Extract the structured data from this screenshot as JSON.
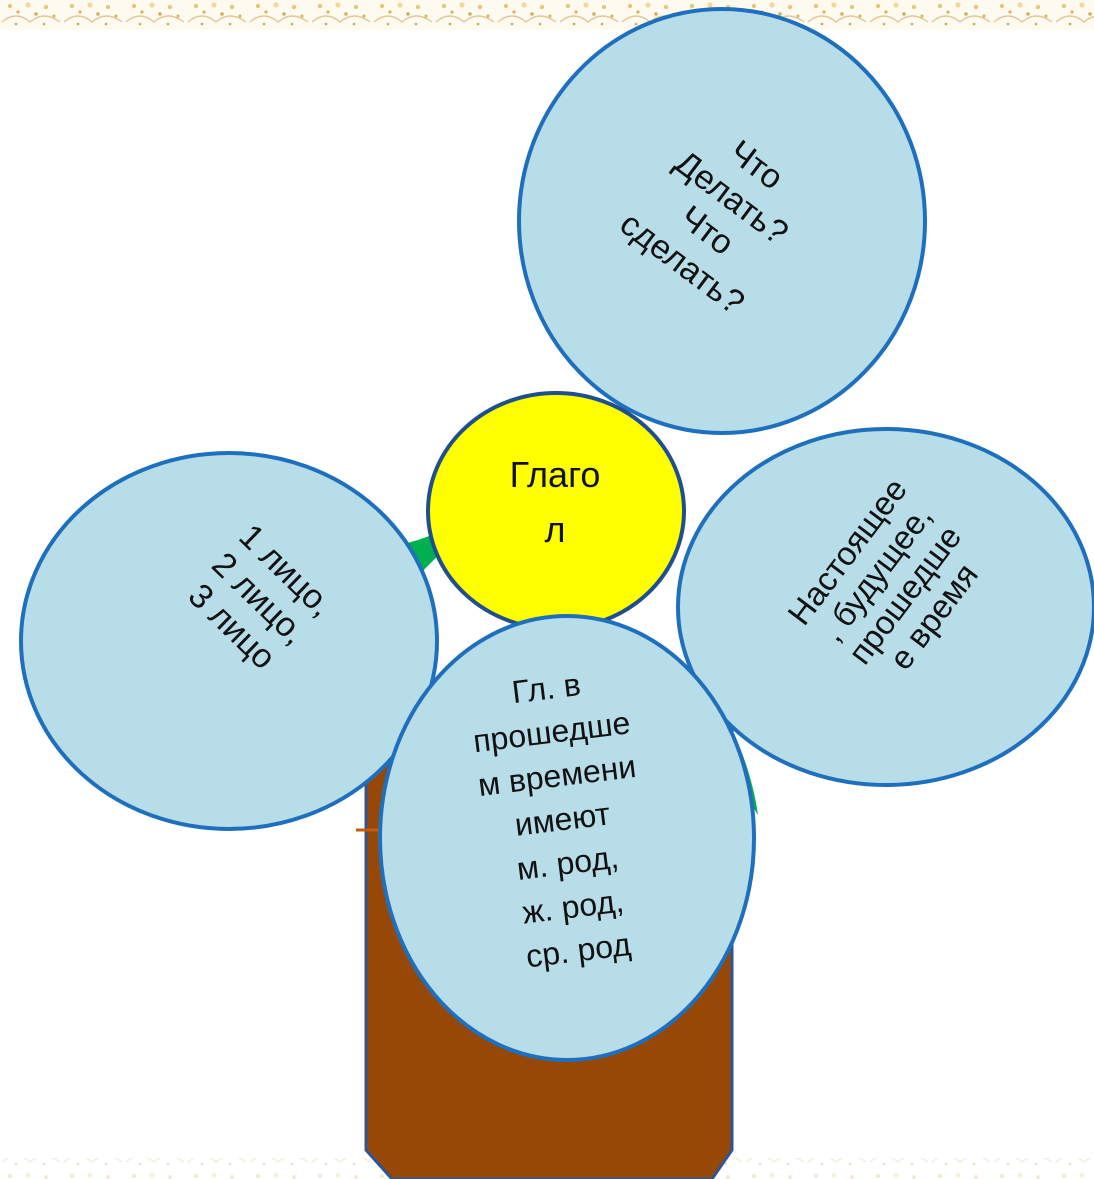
{
  "diagram": {
    "center_label": "Глаго\nл",
    "petals": {
      "questions": "Что\nДелать?\nЧто\nсделать?",
      "persons": "1 лицо,\n2 лицо,\n3 лицо",
      "tenses": "Настоящее\n, будущее,\nпрошедше\nе время",
      "past_tense_genders": "Гл. в\nпрошедше\nм времени\nимеют\nм. род,\nж. род,\nср. род"
    }
  },
  "colors": {
    "petal_fill": "#b7dde8",
    "petal_stroke": "#1f6fbf",
    "center_fill": "#ffff00",
    "center_stroke": "#1f4f8f",
    "leaf_fill": "#00b050",
    "pot_fill": "#974706",
    "pot_stroke": "#2f5597",
    "pot_band_accent": "#ffffff",
    "border_ornament": "#e8c878"
  }
}
